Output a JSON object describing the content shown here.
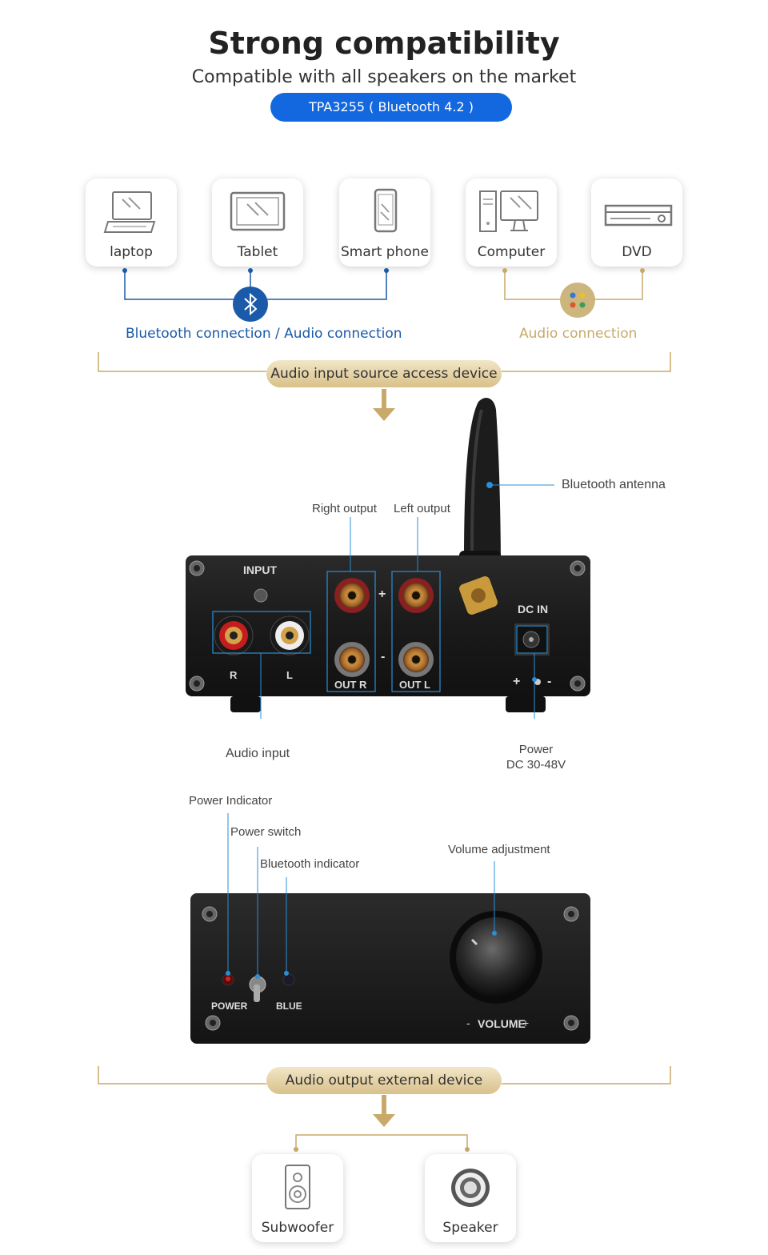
{
  "header": {
    "title": "Strong compatibility",
    "subtitle": "Compatible with all speakers on the market",
    "badge": "TPA3255 ( Bluetooth 4.2 )"
  },
  "inputs": {
    "devices": [
      {
        "label": "laptop",
        "icon": "laptop-icon"
      },
      {
        "label": "Tablet",
        "icon": "tablet-icon"
      },
      {
        "label": "Smart phone",
        "icon": "smartphone-icon"
      },
      {
        "label": "Computer",
        "icon": "computer-icon"
      },
      {
        "label": "DVD",
        "icon": "dvd-icon"
      }
    ],
    "bluetooth_caption": "Bluetooth connection / Audio connection",
    "audio_caption": "Audio connection",
    "section_label": "Audio input source access device"
  },
  "rear_panel": {
    "input_label": "INPUT",
    "r_label": "R",
    "l_label": "L",
    "out_r_label": "OUT R",
    "out_l_label": "OUT L",
    "plus_sign": "+",
    "minus_sign": "-",
    "dc_in_label": "DC IN",
    "dc_plus": "+",
    "dc_minus": "-",
    "annotations": {
      "bluetooth_antenna": "Bluetooth antenna",
      "right_output": "Right output",
      "left_output": "Left output",
      "audio_input": "Audio input",
      "power": "Power",
      "power_voltage": "DC 30-48V"
    }
  },
  "front_panel": {
    "power_label": "POWER",
    "blue_label": "BLUE",
    "volume_label": "VOLUME",
    "volume_minus": "-",
    "volume_plus": "+",
    "annotations": {
      "power_indicator": "Power Indicator",
      "power_switch": "Power switch",
      "bluetooth_indicator": "Bluetooth indicator",
      "volume_adjustment": "Volume adjustment"
    }
  },
  "outputs": {
    "section_label": "Audio output external device",
    "devices": [
      {
        "label": "Subwoofer",
        "icon": "subwoofer-icon"
      },
      {
        "label": "Speaker",
        "icon": "speaker-icon"
      }
    ]
  },
  "colors": {
    "accent_blue": "#1368e0",
    "bluetooth_line": "#1a5aa8",
    "gold": "#c8a96a",
    "callout": "#2a8fd6",
    "panel": "#1b1b1b"
  }
}
